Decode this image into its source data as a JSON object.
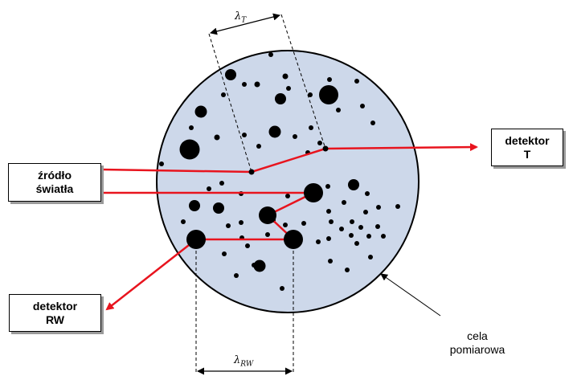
{
  "colors": {
    "cell_fill": "#cdd8ea",
    "beam": "#e8141e",
    "particle": "#000000",
    "outline": "#000000"
  },
  "labels": {
    "source_line1": "źródło",
    "source_line2": "światła",
    "detector_t_line1": "detektor",
    "detector_t_line2": "T",
    "detector_rw_line1": "detektor",
    "detector_rw_line2": "RW",
    "cell_line1": "cela",
    "cell_line2": "pomiarowa",
    "lambda_symbol": "λ",
    "lambda_t_sub": "T",
    "lambda_rw_sub": "RW"
  }
}
